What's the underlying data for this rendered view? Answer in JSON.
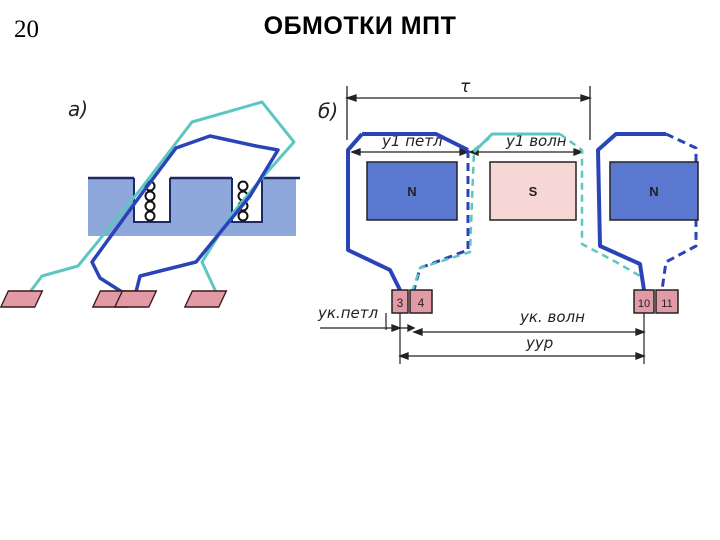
{
  "slide": {
    "number": "20",
    "title": "ОБМОТКИ МПТ"
  },
  "diagram_a": {
    "label": "а)"
  },
  "diagram_b": {
    "label": "б)",
    "pole_pitch_label": "τ",
    "y1_lap_label": "y1 петл",
    "y1_wave_label": "y1 волн",
    "yk_lap_label": "yк.петл",
    "yk_wave_label": "yк. волн",
    "y_eq_label": "yур",
    "poles": [
      "N",
      "S",
      "N"
    ],
    "commutator_segments": [
      "3",
      "4",
      "10",
      "11"
    ]
  },
  "colors": {
    "coil_blue": "#2a44b8",
    "coil_teal": "#5cc6c0",
    "slot_band": "#8ea8dc",
    "pole_n": "#5a78d0",
    "pole_s": "#f7d6d6",
    "terminal": "#e29aa6"
  }
}
